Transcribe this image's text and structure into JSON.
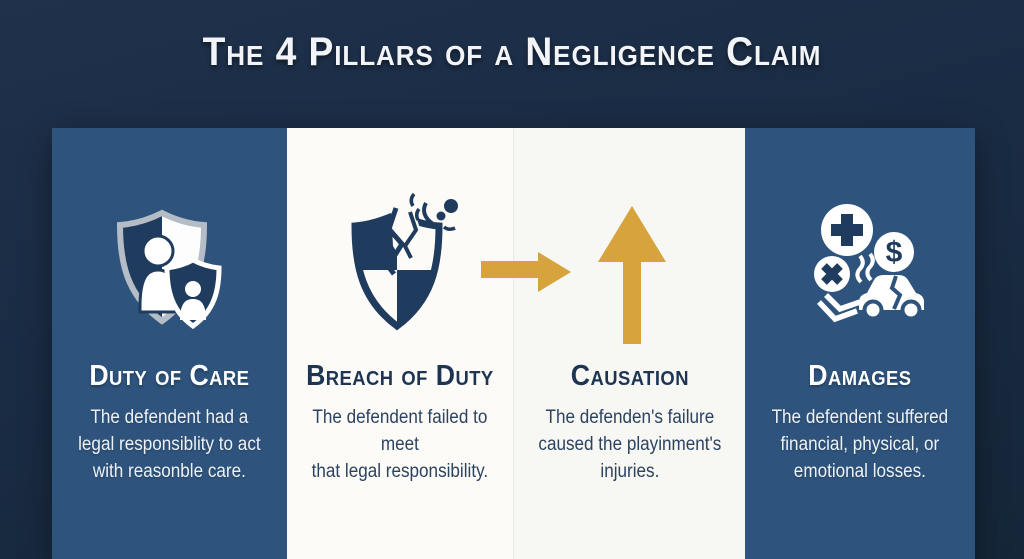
{
  "title": "The 4 Pillars of a Negligence Claim",
  "colors": {
    "background_navy": "#1a2c44",
    "panel_blue": "#2e537c",
    "panel_white": "#fcfbf8",
    "gold_arrow": "#d6a33c",
    "icon_navy": "#1f3b5e",
    "shield_gray": "#b4bcc6",
    "heading_navy": "#1d3553"
  },
  "columns": [
    {
      "id": "duty-of-care",
      "heading": "Duty of Care",
      "body_lines": {
        "0": "The defendent had a",
        "1": "legal responsiblity to act",
        "2": "with reasonble care."
      },
      "icon": "shield-with-people-icon",
      "theme": "blue"
    },
    {
      "id": "breach-of-duty",
      "heading": "Breach of Duty",
      "body_lines": {
        "0": "The defendent failed to meet",
        "1": "that legal responsibility."
      },
      "icon": "cracked-shield-icon",
      "theme": "white"
    },
    {
      "id": "causation",
      "heading": "Causation",
      "body_lines": {
        "0": "The defenden's failure",
        "1": "caused the playinment's",
        "2": "injuries."
      },
      "icon": "gold-arrows-icon",
      "theme": "white"
    },
    {
      "id": "damages",
      "heading": "Damages",
      "body_lines": {
        "0": "The defendent suffered",
        "1": "financial, physical, or",
        "2": "emotional losses."
      },
      "icon": "damages-cluster-icon",
      "dollar_symbol": "$",
      "theme": "blue"
    }
  ]
}
